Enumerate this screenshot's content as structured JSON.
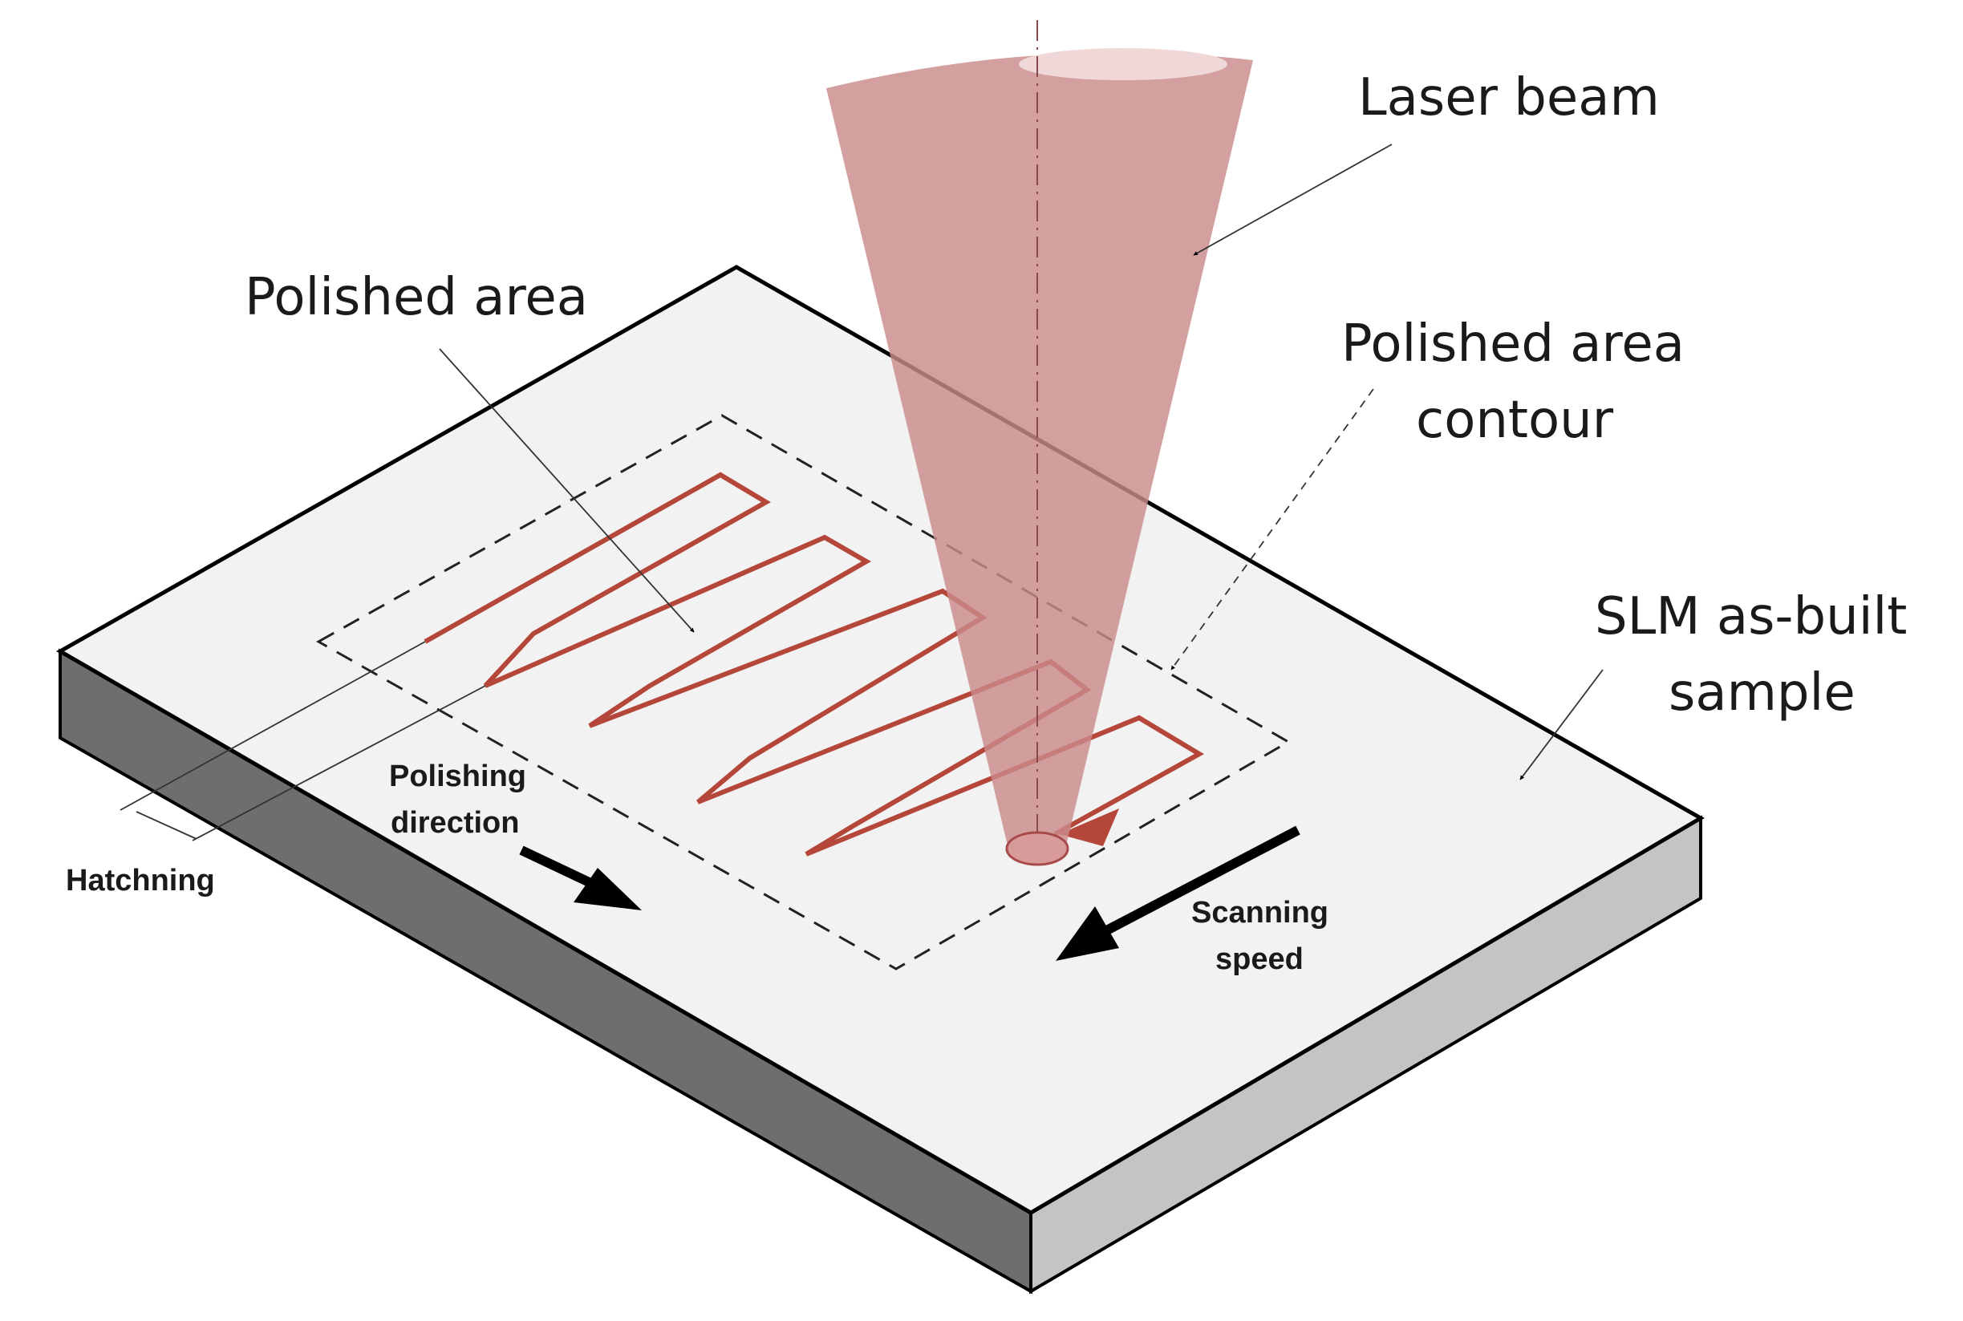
{
  "labels": {
    "laser_beam": "Laser beam",
    "polished_area": "Polished area",
    "contour_line1": "Polished area",
    "contour_line2": "contour",
    "slm_line1": "SLM as-built",
    "slm_line2": "sample",
    "polishing_line1": "Polishing",
    "polishing_line2": "direction",
    "scanning_line1": "Scanning",
    "scanning_line2": "speed",
    "hatching": "Hatchning"
  },
  "colors": {
    "plate_top": "#f2f2f2",
    "plate_front": "#6e6e6e",
    "plate_side": "#c4c4c4",
    "beam": "#c98a8a",
    "scan_path": "#b5463a",
    "arrow": "#000000"
  }
}
